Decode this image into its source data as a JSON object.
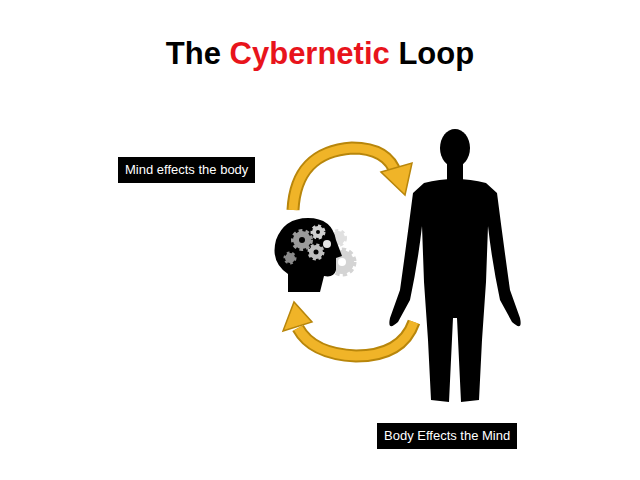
{
  "diagram": {
    "title": "The Cybernetic Loop",
    "nodes": [
      {
        "text": [
          "Mind effects the body"
        ]
      },
      {
        "text": [
          "Body Effects the Mind"
        ]
      }
    ]
  }
}
